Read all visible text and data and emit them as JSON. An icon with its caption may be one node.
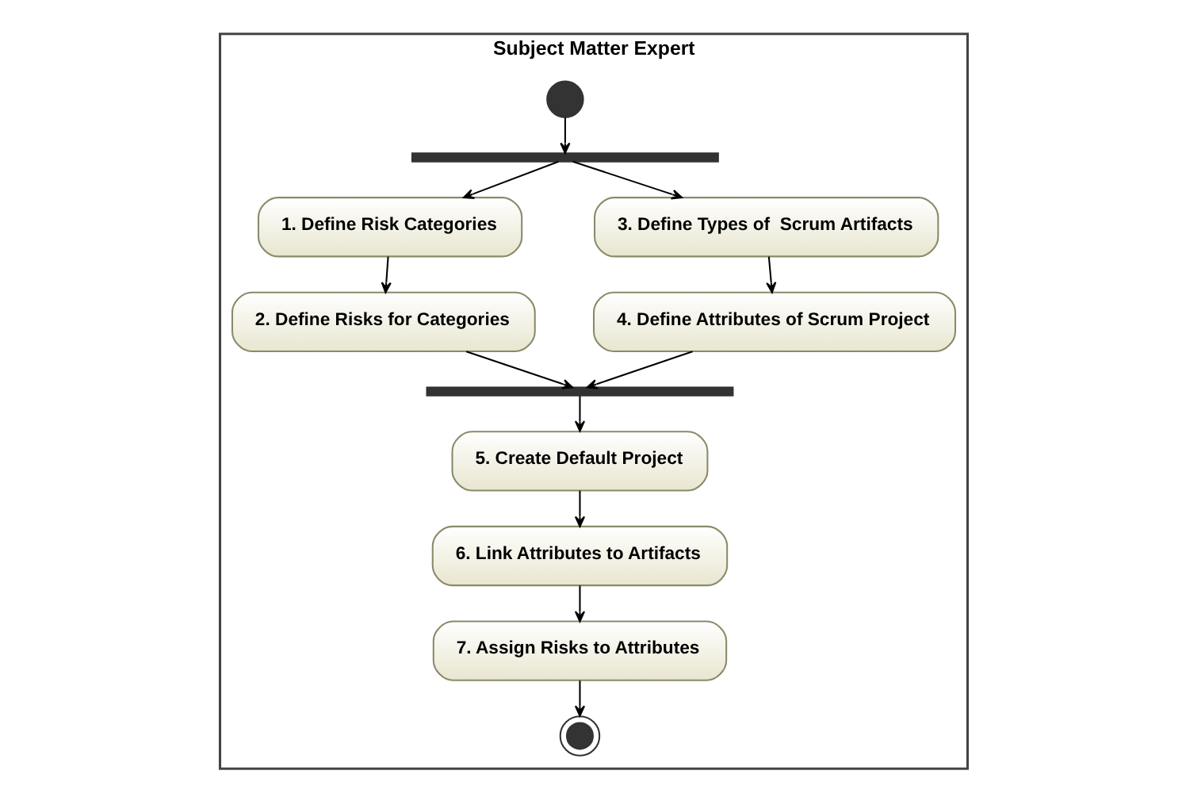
{
  "diagram": {
    "nodes": [
      {
        "text": [
          "Subject Matter Expert"
        ]
      },
      {
        "text": [],
        "shape": "circle",
        "in": 0
      },
      {
        "text": [],
        "shape": "bar",
        "in": 0
      },
      {
        "text": [
          "1. Define Risk Categories"
        ],
        "in": 0
      },
      {
        "text": [
          "3. Define Types of  Scrum Artifacts"
        ],
        "in": 0
      },
      {
        "text": [
          "2. Define Risks for Categories"
        ],
        "in": 0
      },
      {
        "text": [
          "4. Define Attributes of Scrum Project"
        ],
        "in": 0
      },
      {
        "text": [],
        "shape": "bar",
        "in": 0
      },
      {
        "text": [
          "5. Create Default Project"
        ],
        "in": 0
      },
      {
        "text": [
          "6. Link Attributes to Artifacts"
        ],
        "in": 0
      },
      {
        "text": [
          "7. Assign Risks to Attributes"
        ],
        "in": 0
      },
      {
        "text": [],
        "shape": "circle",
        "in": 0
      }
    ],
    "edges": [
      {
        "from": 1,
        "to": 2,
        "arrow": "to"
      },
      {
        "from": 2,
        "to": 3,
        "arrow": "to"
      },
      {
        "from": 2,
        "to": 4,
        "arrow": "to"
      },
      {
        "from": 3,
        "to": 5,
        "arrow": "to"
      },
      {
        "from": 4,
        "to": 6,
        "arrow": "to"
      },
      {
        "from": 5,
        "to": 7,
        "arrow": "to"
      },
      {
        "from": 6,
        "to": 7,
        "arrow": "to"
      },
      {
        "from": 7,
        "to": 8,
        "arrow": "to"
      },
      {
        "from": 8,
        "to": 9,
        "arrow": "to"
      },
      {
        "from": 9,
        "to": 10,
        "arrow": "to"
      },
      {
        "from": 10,
        "to": 11,
        "arrow": "to"
      }
    ]
  }
}
